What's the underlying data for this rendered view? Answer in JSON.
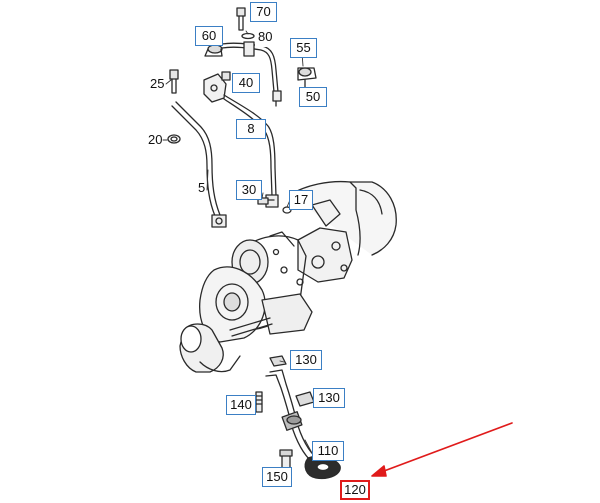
{
  "diagram": {
    "boxed_callouts": [
      {
        "id": "70",
        "label": "70"
      },
      {
        "id": "60",
        "label": "60"
      },
      {
        "id": "80",
        "label": "80"
      },
      {
        "id": "55",
        "label": "55"
      },
      {
        "id": "40",
        "label": "40"
      },
      {
        "id": "50",
        "label": "50"
      },
      {
        "id": "8",
        "label": "8"
      },
      {
        "id": "30",
        "label": "30"
      },
      {
        "id": "17",
        "label": "17"
      },
      {
        "id": "130a",
        "label": "130"
      },
      {
        "id": "130b",
        "label": "130"
      },
      {
        "id": "140",
        "label": "140"
      },
      {
        "id": "110",
        "label": "110"
      },
      {
        "id": "150",
        "label": "150"
      },
      {
        "id": "120",
        "label": "120",
        "highlighted": true
      }
    ],
    "plain_labels": [
      {
        "id": "25",
        "label": "25"
      },
      {
        "id": "20",
        "label": "20"
      },
      {
        "id": "5",
        "label": "5"
      }
    ],
    "colors": {
      "callout_border": "#3b7fc4",
      "highlight": "#e01b1b",
      "line_art": "#2a2a2a"
    }
  }
}
